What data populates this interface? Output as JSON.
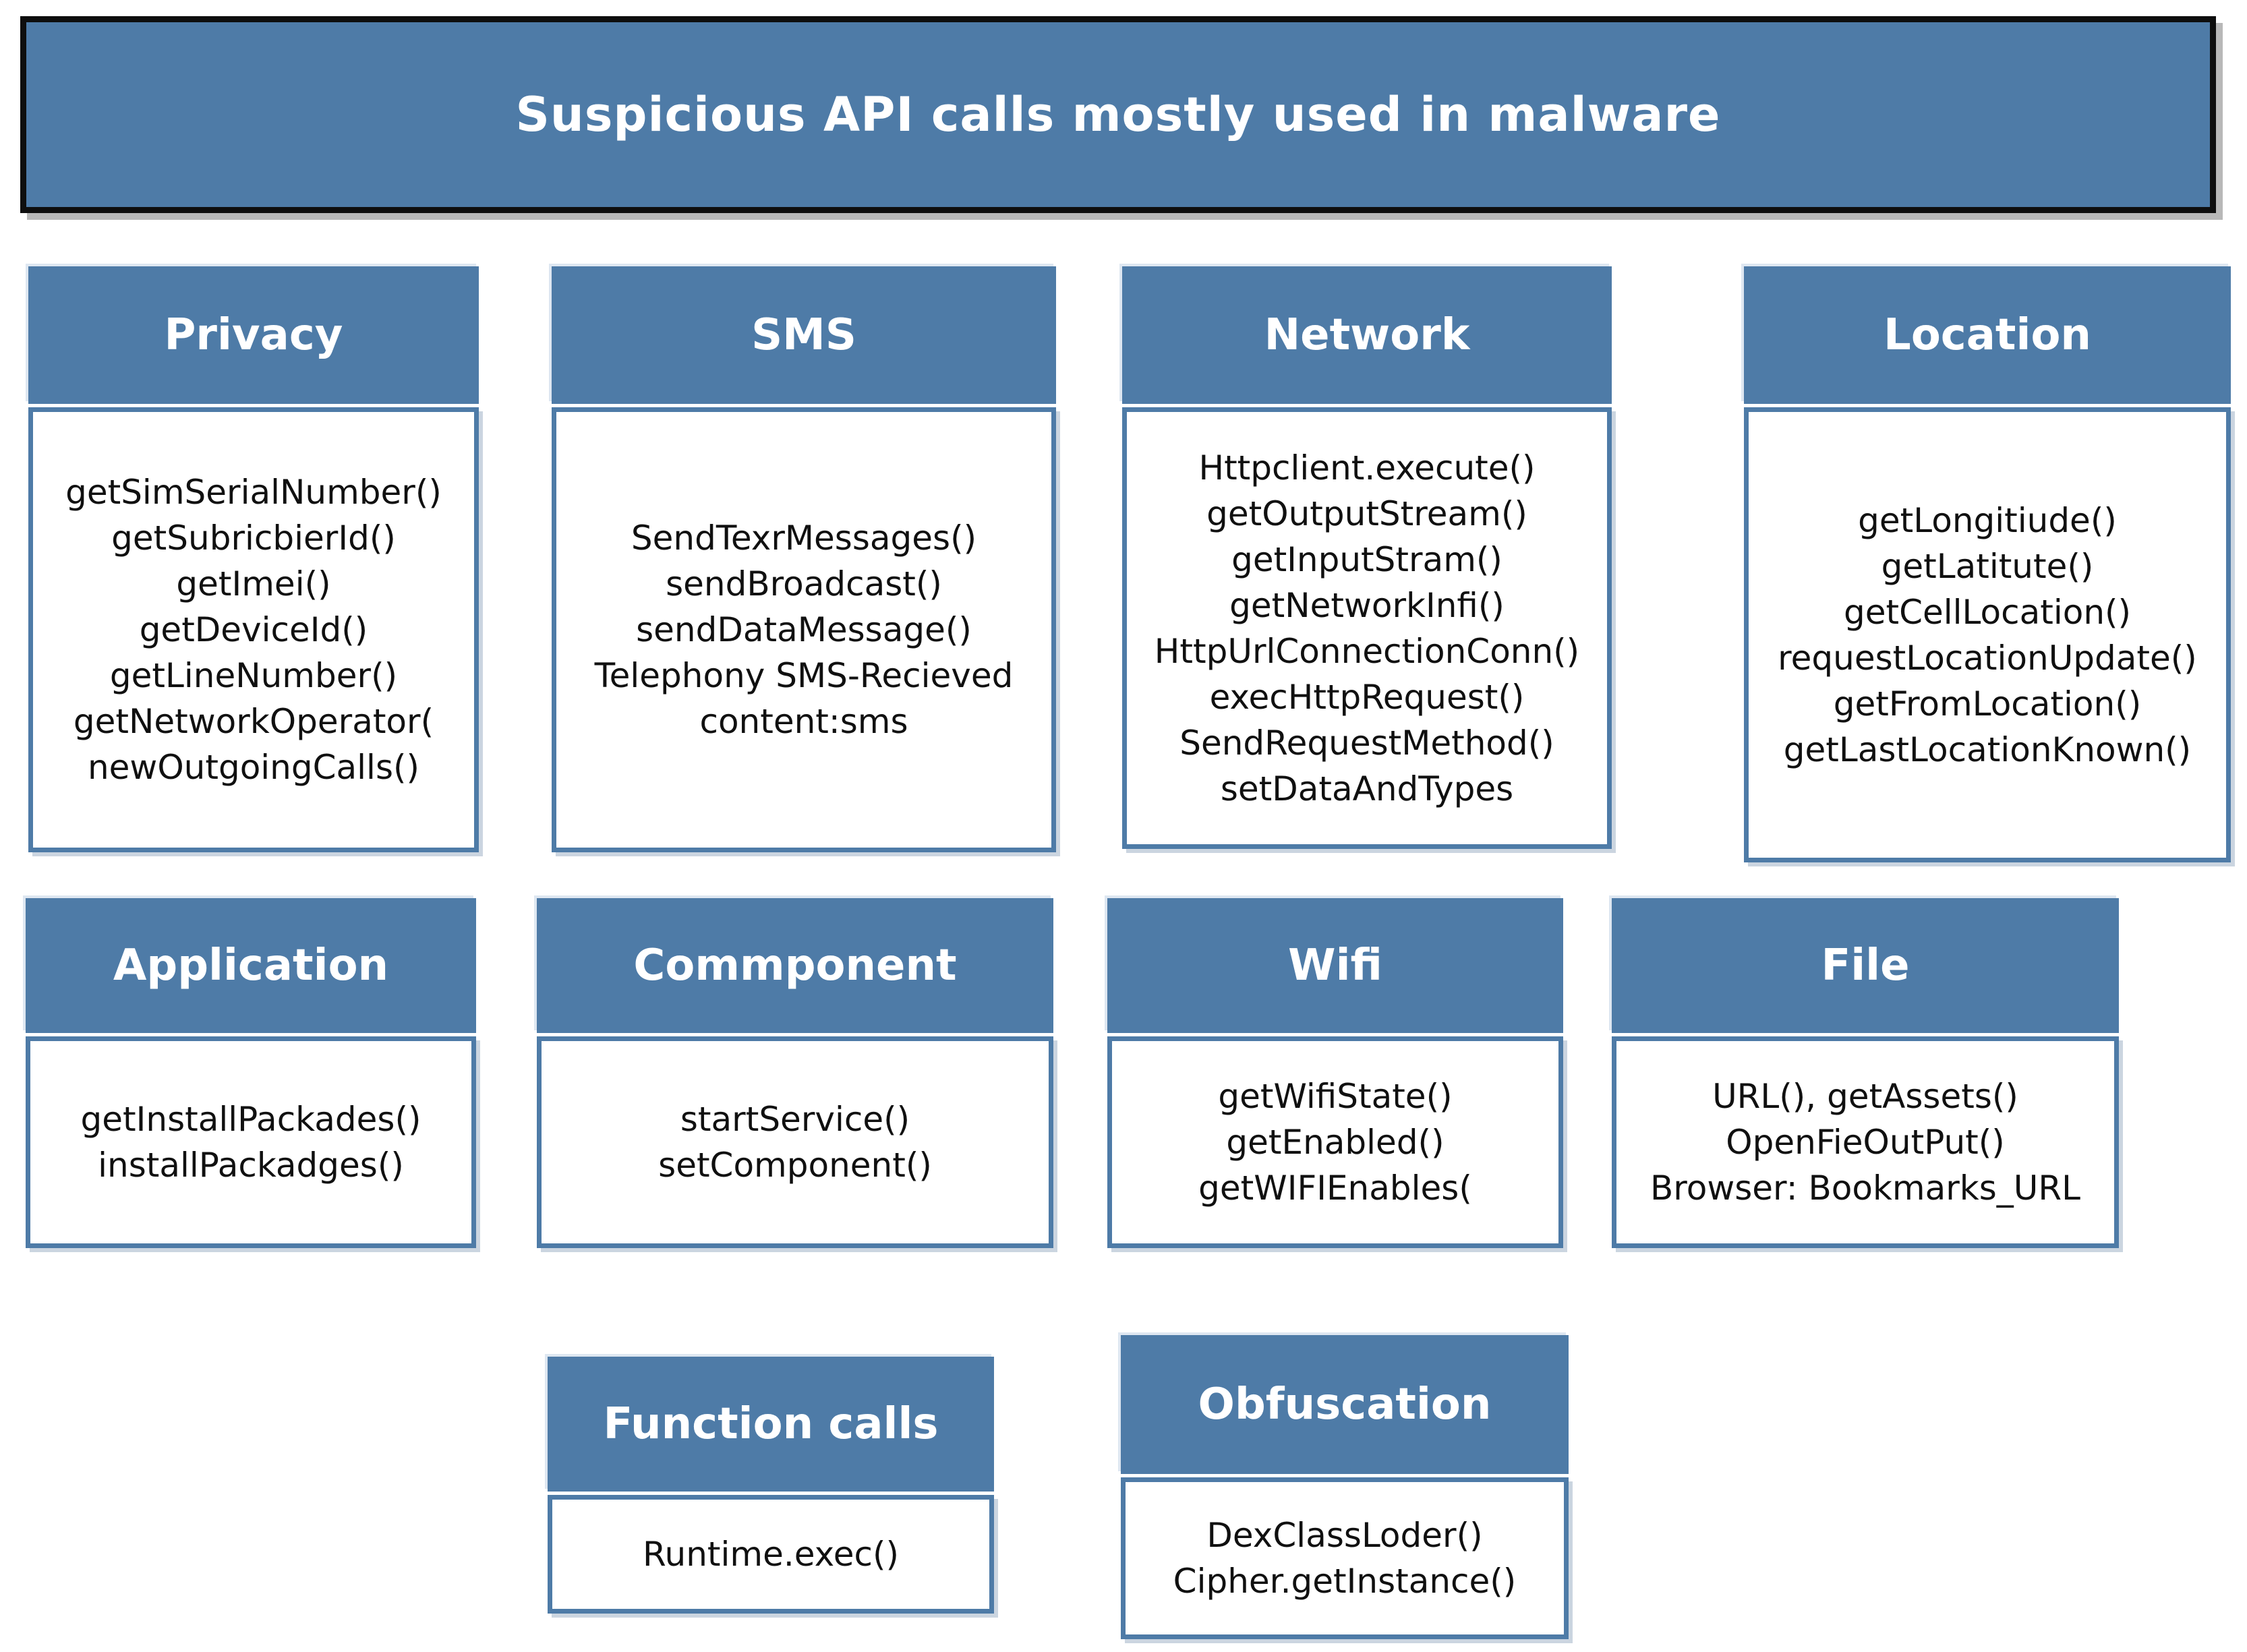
{
  "title": {
    "text": "Suspicious API calls mostly used in malware"
  },
  "colors": {
    "header_blue": "#4E7BA7",
    "body_border_blue": "#4E7BA7",
    "title_border_black": "#0e0e0e",
    "header_text": "#ffffff",
    "body_text": "#101010",
    "background": "#ffffff"
  },
  "boxes": [
    {
      "key": "privacy",
      "label": "Privacy",
      "items": [
        "getSimSerialNumber()",
        "getSubricbierId()",
        "getImei()",
        "getDeviceId()",
        "getLineNumber()",
        "getNetworkOperator(",
        "newOutgoingCalls()"
      ]
    },
    {
      "key": "sms",
      "label": "SMS",
      "items": [
        "SendTexrMessages()",
        "sendBroadcast()",
        "sendDataMessage()",
        "Telephony SMS-Recieved",
        "content:sms"
      ]
    },
    {
      "key": "network",
      "label": "Network",
      "items": [
        "Httpclient.execute()",
        "getOutputStream()",
        "getInputStram()",
        "getNetworkInfi()",
        "HttpUrlConnectionConn()",
        "execHttpRequest()",
        "SendRequestMethod()",
        "setDataAndTypes"
      ]
    },
    {
      "key": "location",
      "label": "Location",
      "items": [
        "getLongitiude()",
        "getLatitute()",
        "getCellLocation()",
        "requestLocationUpdate()",
        "getFromLocation()",
        "getLastLocationKnown()"
      ]
    },
    {
      "key": "application",
      "label": "Application",
      "items": [
        "getInstallPackades()",
        "installPackadges()"
      ]
    },
    {
      "key": "commponent",
      "label": "Commponent",
      "items": [
        "startService()",
        "setComponent()"
      ]
    },
    {
      "key": "wifi",
      "label": "Wifi",
      "items": [
        "getWifiState()",
        "getEnabled()",
        "getWIFIEnables("
      ]
    },
    {
      "key": "file",
      "label": "File",
      "items": [
        "URL(), getAssets()",
        "OpenFieOutPut()",
        "Browser: Bookmarks_URL"
      ]
    },
    {
      "key": "function_calls",
      "label": "Function calls",
      "items": [
        "Runtime.exec()"
      ]
    },
    {
      "key": "obfuscation",
      "label": "Obfuscation",
      "items": [
        "DexClassLoder()",
        "Cipher.getInstance()"
      ]
    }
  ]
}
